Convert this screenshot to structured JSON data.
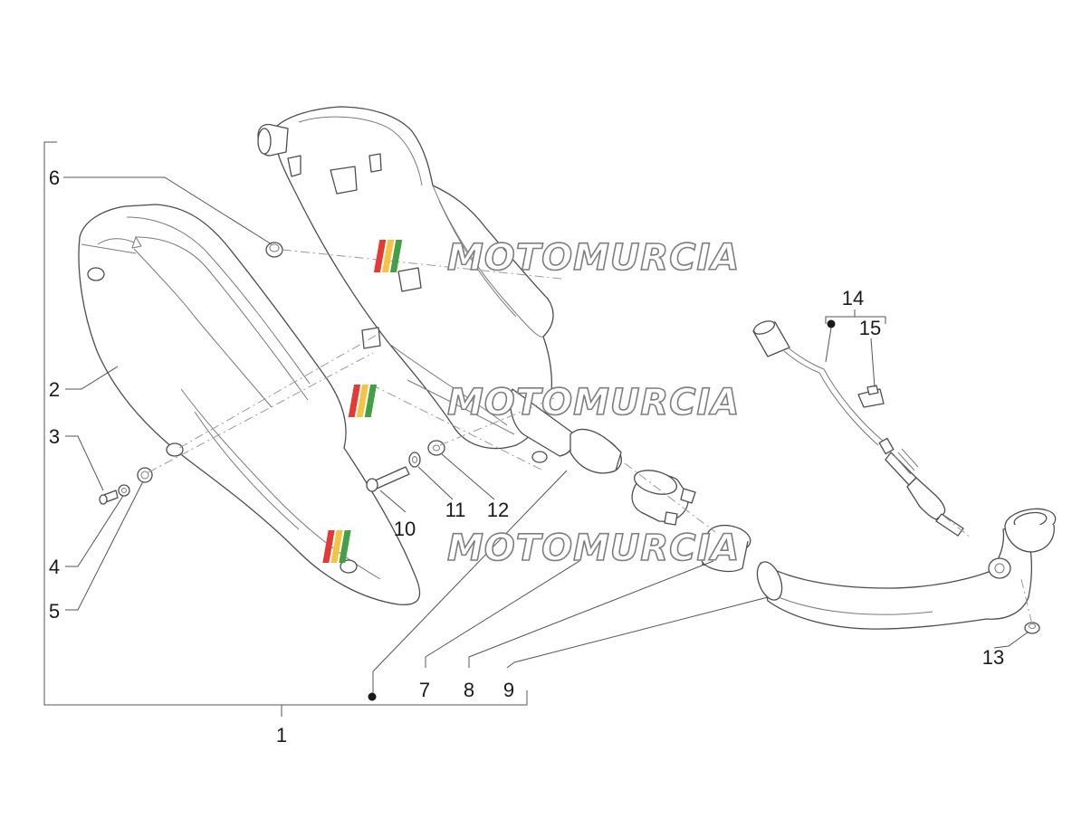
{
  "callouts": [
    {
      "id": "1",
      "text": "1"
    },
    {
      "id": "2",
      "text": "2"
    },
    {
      "id": "3",
      "text": "3"
    },
    {
      "id": "4",
      "text": "4"
    },
    {
      "id": "5",
      "text": "5"
    },
    {
      "id": "6",
      "text": "6"
    },
    {
      "id": "7",
      "text": "7"
    },
    {
      "id": "8",
      "text": "8"
    },
    {
      "id": "9",
      "text": "9"
    },
    {
      "id": "10",
      "text": "10"
    },
    {
      "id": "11",
      "text": "11"
    },
    {
      "id": "12",
      "text": "12"
    },
    {
      "id": "13",
      "text": "13"
    },
    {
      "id": "14",
      "text": "14"
    },
    {
      "id": "15",
      "text": "15"
    }
  ],
  "watermark": {
    "text": "MOTOMURCIA",
    "stripe_colors": [
      "#e53935",
      "#f4c542",
      "#43a047"
    ]
  },
  "colors": {
    "line": "#4d4d4d",
    "label": "#1a1a1a",
    "background": "#ffffff"
  }
}
